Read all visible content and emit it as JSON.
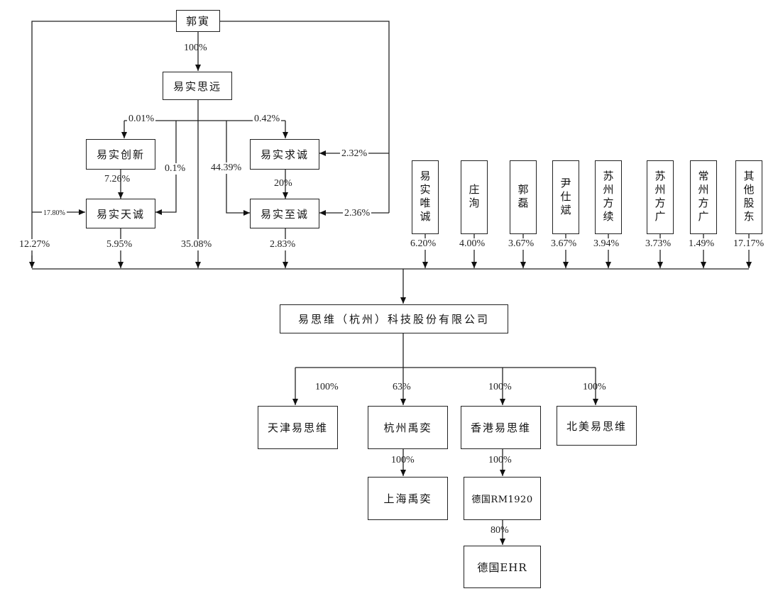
{
  "entities": {
    "guo_yin": "郭寅",
    "yishi_siyuan": "易实思远",
    "yishi_chuangxin": "易实创新",
    "yishi_qiucheng": "易实求诚",
    "yishi_tiancheng": "易实天诚",
    "yishi_zhicheng": "易实至诚",
    "yishi_weicheng": "易实唯诚",
    "zhuang_xun": "庄洵",
    "guo_lei": "郭磊",
    "yin_shibin": "尹仕斌",
    "suzhou_fangxu": "苏州方续",
    "suzhou_fangguang": "苏州方广",
    "changzhou_fangguang": "常州方广",
    "other_shareholders": "其他股东",
    "company": "易思维（杭州）科技股份有限公司",
    "tianjin": "天津易思维",
    "hangzhou_yuyi": "杭州禹奕",
    "hongkong": "香港易思维",
    "north_america": "北美易思维",
    "shanghai_yuyi": "上海禹奕",
    "germany_rm1920": "德国RM1920",
    "germany_ehr": "德国EHR"
  },
  "percentages": {
    "guo_to_siyuan": "100%",
    "siyuan_to_chuangxin": "0.01%",
    "siyuan_to_qiucheng": "0.42%",
    "guo_to_qiucheng": "2.32%",
    "chuangxin_to_tiancheng": "7.26%",
    "siyuan_to_tiancheng": "0.1%",
    "siyuan_to_zhicheng": "44.39%",
    "qiucheng_to_zhicheng": "20%",
    "guo_to_tiancheng": "17.80%",
    "guo_to_zhicheng": "2.36%",
    "guo_direct": "12.27%",
    "tiancheng_direct": "5.95%",
    "siyuan_direct": "35.08%",
    "zhicheng_direct": "2.83%",
    "weicheng": "6.20%",
    "zhuang_xun": "4.00%",
    "guo_lei": "3.67%",
    "yin_shibin": "3.67%",
    "suzhou_fangxu": "3.94%",
    "suzhou_fangguang": "3.73%",
    "changzhou_fangguang": "1.49%",
    "other_shareholders": "17.17%",
    "tianjin": "100%",
    "hangzhou_yuyi": "63%",
    "hongkong": "100%",
    "north_america": "100%",
    "shanghai_yuyi": "100%",
    "germany_rm1920": "100%",
    "germany_ehr": "80%"
  }
}
